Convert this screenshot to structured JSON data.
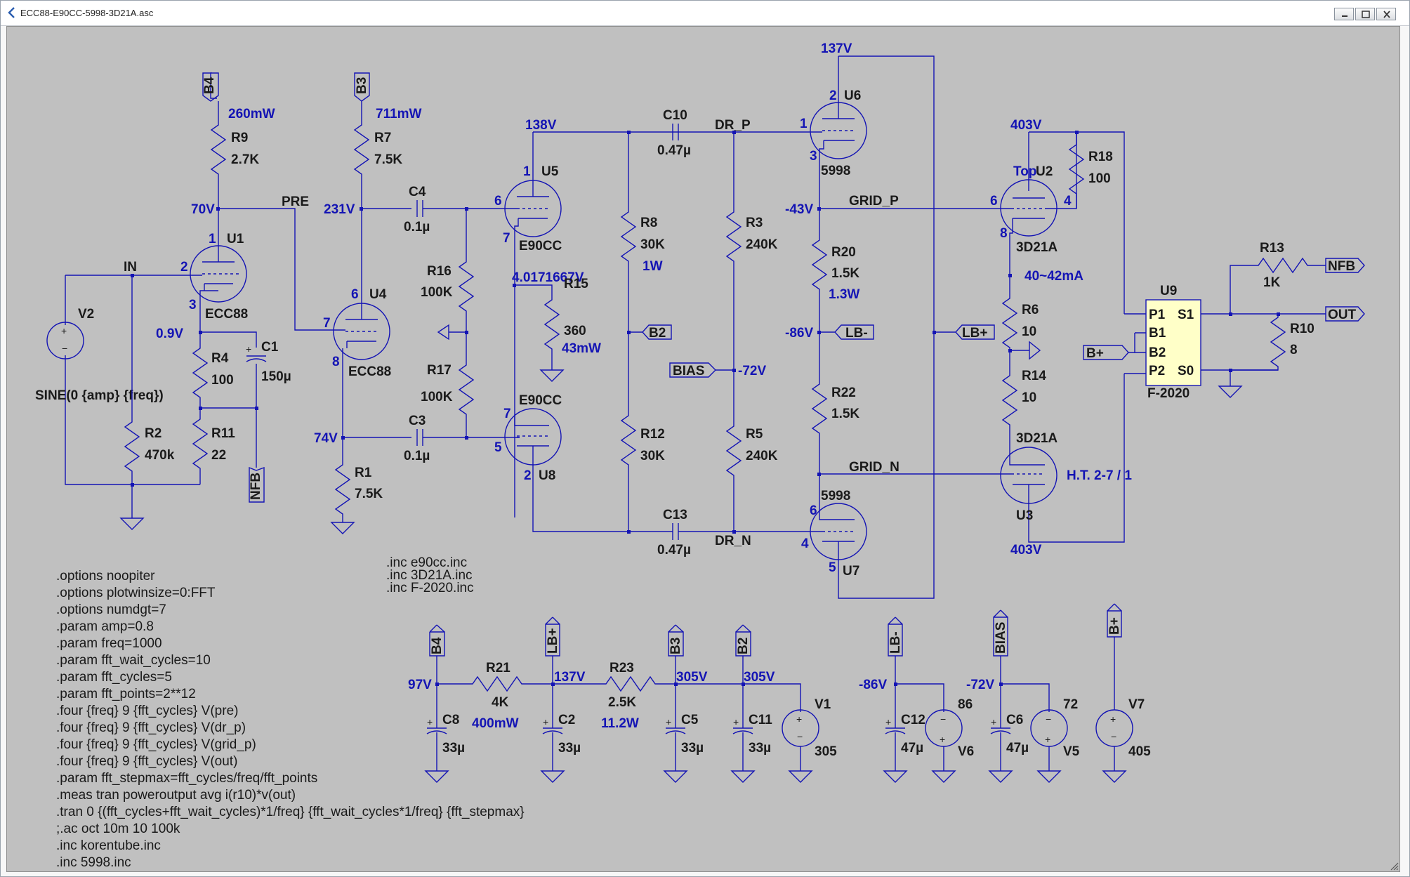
{
  "window": {
    "title": "ECC88-E90CC-5998-3D21A.asc"
  },
  "colors": {
    "wire": "#1414b4",
    "canvas": "#c0c0c0",
    "text": "#1a1a1a",
    "annotation": "#1414b4"
  },
  "icons": {
    "app": "ltspice-icon",
    "minimize": "minimize-icon",
    "maximize": "maximize-icon",
    "close": "close-icon"
  },
  "schematic": {
    "components": {
      "v2": {
        "name": "V2",
        "value": "SINE(0 {amp} {freq})"
      },
      "r9": {
        "name": "R9",
        "value": "2.7K"
      },
      "r7": {
        "name": "R7",
        "value": "7.5K"
      },
      "r4": {
        "name": "R4",
        "value": "100"
      },
      "r11": {
        "name": "R11",
        "value": "22"
      },
      "r2": {
        "name": "R2",
        "value": "470k"
      },
      "c1": {
        "name": "C1",
        "value": "150µ"
      },
      "c4": {
        "name": "C4",
        "value": "0.1µ"
      },
      "c3": {
        "name": "C3",
        "value": "0.1µ"
      },
      "r1": {
        "name": "R1",
        "value": "7.5K"
      },
      "r16": {
        "name": "R16",
        "value": "100K"
      },
      "r17": {
        "name": "R17",
        "value": "100K"
      },
      "r15": {
        "name": "R15",
        "value": "360"
      },
      "r8": {
        "name": "R8",
        "value": "30K"
      },
      "r12": {
        "name": "R12",
        "value": "30K"
      },
      "c10": {
        "name": "C10",
        "value": "0.47µ"
      },
      "c13": {
        "name": "C13",
        "value": "0.47µ"
      },
      "r3": {
        "name": "R3",
        "value": "240K"
      },
      "r5": {
        "name": "R5",
        "value": "240K"
      },
      "r20": {
        "name": "R20",
        "value": "1.5K"
      },
      "r22": {
        "name": "R22",
        "value": "1.5K"
      },
      "r18": {
        "name": "R18",
        "value": "100"
      },
      "r6": {
        "name": "R6",
        "value": "10"
      },
      "r14": {
        "name": "R14",
        "value": "10"
      },
      "r13": {
        "name": "R13",
        "value": "1K"
      },
      "r10": {
        "name": "R10",
        "value": "8"
      },
      "r21": {
        "name": "R21",
        "value": "4K"
      },
      "r23": {
        "name": "R23",
        "value": "2.5K"
      },
      "c8": {
        "name": "C8",
        "value": "33µ"
      },
      "c2": {
        "name": "C2",
        "value": "33µ"
      },
      "c5": {
        "name": "C5",
        "value": "33µ"
      },
      "c11": {
        "name": "C11",
        "value": "33µ"
      },
      "c12": {
        "name": "C12",
        "value": "47µ"
      },
      "c6": {
        "name": "C6",
        "value": "47µ"
      },
      "v1": {
        "name": "V1",
        "value": "305"
      },
      "v6": {
        "name": "V6",
        "value": "86"
      },
      "v5": {
        "name": "V5",
        "value": "72"
      },
      "v7": {
        "name": "V7",
        "value": "405"
      }
    },
    "tubes": {
      "u1": {
        "name": "U1",
        "model": "ECC88"
      },
      "u4": {
        "name": "U4",
        "model": "ECC88"
      },
      "u5": {
        "name": "U5",
        "model": "E90CC"
      },
      "u8": {
        "name": "U8",
        "model": "E90CC"
      },
      "u6": {
        "name": "U6",
        "model": "5998"
      },
      "u7": {
        "name": "U7",
        "model": "5998"
      },
      "u2": {
        "name": "U2",
        "model": "3D21A",
        "tag": "Top"
      },
      "u3": {
        "name": "U3",
        "model": "3D21A",
        "note": "H.T. 2-7 / 1"
      }
    },
    "transformer": {
      "name": "U9",
      "model": "F-2020",
      "pins": {
        "p1": "P1",
        "s1": "S1",
        "b1": "B1",
        "b2": "B2",
        "p2": "P2",
        "s0": "S0"
      }
    },
    "pin_numbers": {
      "u1": {
        "p": "1",
        "g": "2",
        "k": "3"
      },
      "u4": {
        "p": "6",
        "g": "7",
        "k": "8"
      },
      "u5": {
        "p": "1",
        "g": "6",
        "k": "7"
      },
      "u8": {
        "p": "7",
        "g": "5",
        "k": "2"
      },
      "u6": {
        "p": "2",
        "g": "1",
        "k": "3"
      },
      "u7": {
        "p": "6",
        "g": "4",
        "k": "5"
      },
      "u2": {
        "g": "6",
        "p": "4",
        "k": "8"
      }
    },
    "nets": {
      "in": "IN",
      "pre": "PRE",
      "dr_p": "DR_P",
      "dr_n": "DR_N",
      "grid_p": "GRID_P",
      "grid_n": "GRID_N"
    },
    "ports": {
      "b4": "B4",
      "b3": "B3",
      "b2": "B2",
      "b_plus": "B+",
      "lb_plus": "LB+",
      "lb_minus": "LB-",
      "bias": "BIAS",
      "nfb": "NFB",
      "out": "OUT"
    },
    "annotations": {
      "p_r9": "260mW",
      "p_r7": "711mW",
      "v_70": "70V",
      "v_231": "231V",
      "v_0_9": "0.9V",
      "v_74": "74V",
      "v_138": "138V",
      "v_4_01": "4.0171667V",
      "p_r15": "43mW",
      "p_r8": "1W",
      "v_137_top": "137V",
      "v_m43": "-43V",
      "p_r20": "1.3W",
      "v_m86": "-86V",
      "v_m72": "-72V",
      "v_403_top": "403V",
      "i_u2": "40~42mA",
      "v_403_bot": "403V",
      "v_97": "97V",
      "v_137_sup": "137V",
      "v_305_a": "305V",
      "v_305_b": "305V",
      "p_r21": "400mW",
      "p_r23": "11.2W",
      "v_m86_sup": "-86V",
      "v_m72_sup": "-72V"
    },
    "includes": [
      ".inc e90cc.inc",
      ".inc 3D21A.inc",
      ".inc F-2020.inc"
    ],
    "directives": [
      ".options noopiter",
      ".options plotwinsize=0:FFT",
      ".options numdgt=7",
      ".param amp=0.8",
      ".param freq=1000",
      ".param fft_wait_cycles=10",
      ".param fft_cycles=5",
      ".param fft_points=2**12",
      ".four {freq} 9 {fft_cycles} V(pre)",
      ".four {freq} 9 {fft_cycles} V(dr_p)",
      ".four {freq} 9 {fft_cycles} V(grid_p)",
      ".four {freq} 9 {fft_cycles} V(out)",
      ".param fft_stepmax=fft_cycles/freq/fft_points",
      ".meas tran poweroutput avg i(r10)*v(out)",
      ".tran 0 {(fft_cycles+fft_wait_cycles)*1/freq} {fft_wait_cycles*1/freq} {fft_stepmax}",
      ";.ac oct 10m 10 100k",
      ".inc korentube.inc",
      ".inc 5998.inc"
    ]
  }
}
